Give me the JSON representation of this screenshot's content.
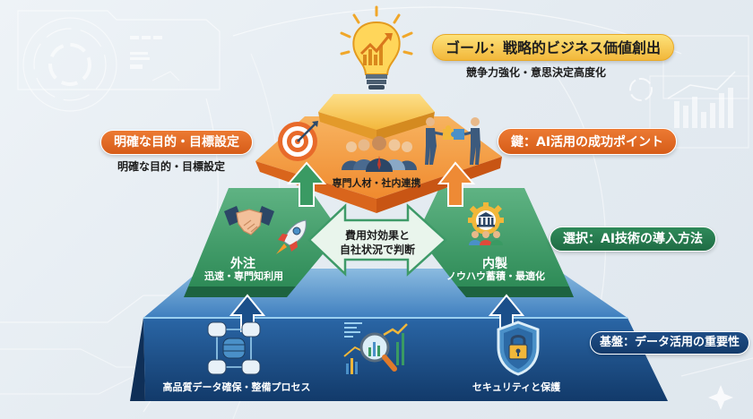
{
  "goal": {
    "title": "ゴール：戦略的ビジネス価値創出",
    "subtitle": "競争力強化・意思決定高度化"
  },
  "left_callout": {
    "title": "明確な目的・目標設定",
    "subtitle": "明確な目的・目標設定"
  },
  "key_callout": {
    "title": "鍵：AI活用の成功ポイント"
  },
  "select_callout": {
    "title": "選択：AI技術の導入方法"
  },
  "foundation_callout": {
    "title": "基盤：データ活用の重要性"
  },
  "tiers": {
    "top": {
      "label": "専門人材・社内連携",
      "color": "#f08a2e"
    },
    "middle_left": {
      "title": "外注",
      "subtitle": "迅速・専門知利用",
      "color": "#2e8b57"
    },
    "middle_right": {
      "title": "内製",
      "subtitle": "ノウハウ蓄積・最適化",
      "color": "#2e8b57"
    },
    "center_arrow": {
      "line1": "費用対効果と",
      "line2": "自社状況で判断"
    },
    "base": {
      "left_label": "高品質データ確保・整備プロセス",
      "right_label": "セキュリティと保護",
      "color": "#1b4f8a"
    }
  },
  "icons": {
    "lightbulb": "lightbulb-growth-icon",
    "target": "target-icon",
    "team": "team-people-icon",
    "puzzle": "puzzle-collaboration-icon",
    "handshake": "handshake-icon",
    "rocket": "rocket-icon",
    "gear_bank": "gear-institution-icon",
    "database": "database-network-icon",
    "analytics": "magnifier-chart-icon",
    "shield": "shield-lock-icon"
  },
  "colors": {
    "gold": "#f2b73a",
    "orange": "#e0661f",
    "green": "#2e8b57",
    "navy": "#163f70",
    "background": "#e6edf3"
  }
}
